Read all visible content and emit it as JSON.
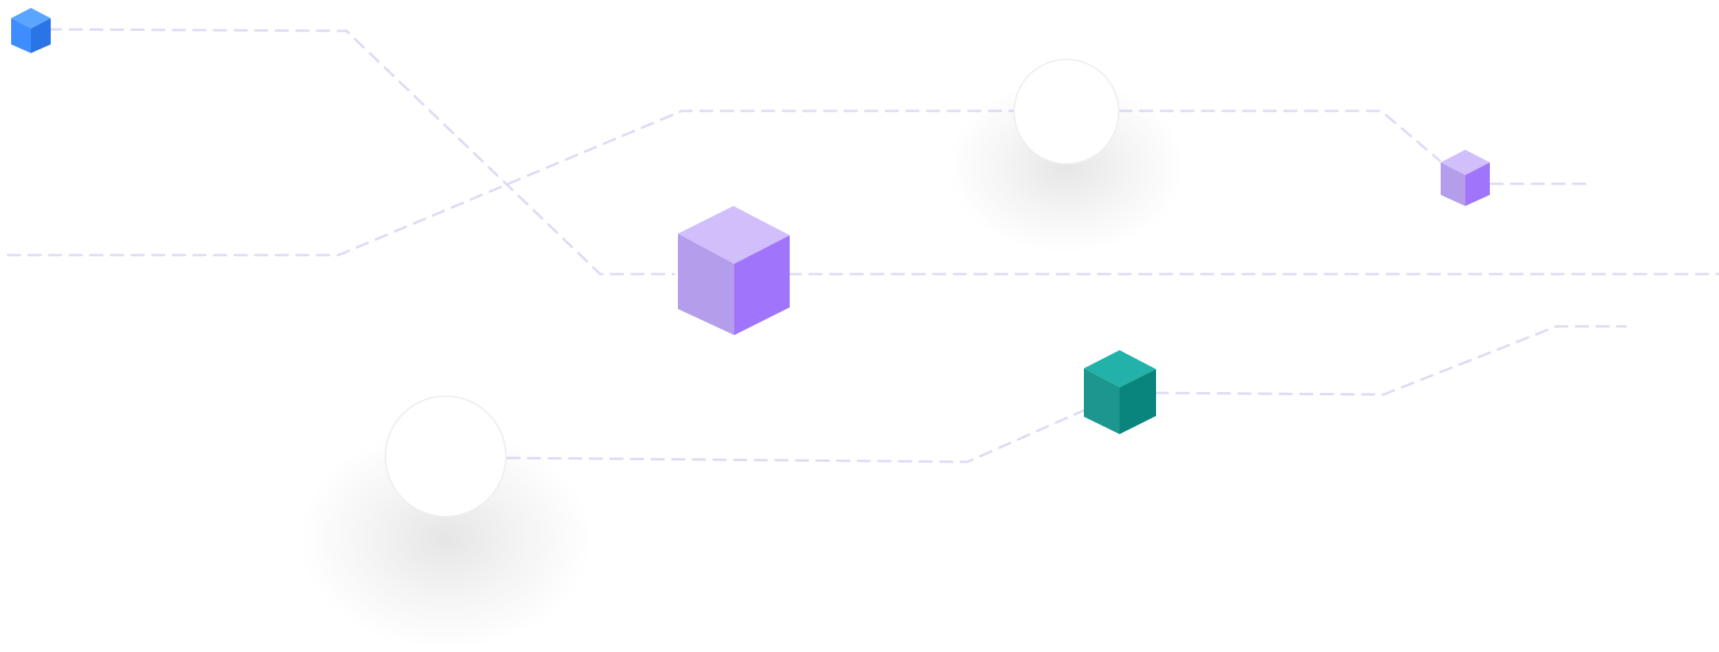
{
  "illustration": {
    "background_color": "#ffffff",
    "connector_line_color": "#dcdcf5",
    "connector_style": "dashed",
    "cube_colors": {
      "blue": {
        "top": "#5aa5ff",
        "left": "#3d8dff",
        "right": "#2a75e6"
      },
      "purple": {
        "top": "#d0bffb",
        "left": "#b49deb",
        "right": "#a175fb"
      },
      "teal": {
        "top": "#23b2aa",
        "left": "#1d968f",
        "right": "#0a857e"
      }
    },
    "node_circle": {
      "fill": "#ffffff",
      "stroke": "#efefef"
    },
    "nodes": [
      {
        "kind": "cube",
        "color": "blue",
        "size": "small"
      },
      {
        "kind": "cube",
        "color": "purple",
        "size": "large"
      },
      {
        "kind": "cube",
        "color": "purple",
        "size": "small"
      },
      {
        "kind": "cube",
        "color": "teal",
        "size": "medium"
      },
      {
        "kind": "circle",
        "size": "medium"
      },
      {
        "kind": "circle",
        "size": "large"
      }
    ]
  }
}
